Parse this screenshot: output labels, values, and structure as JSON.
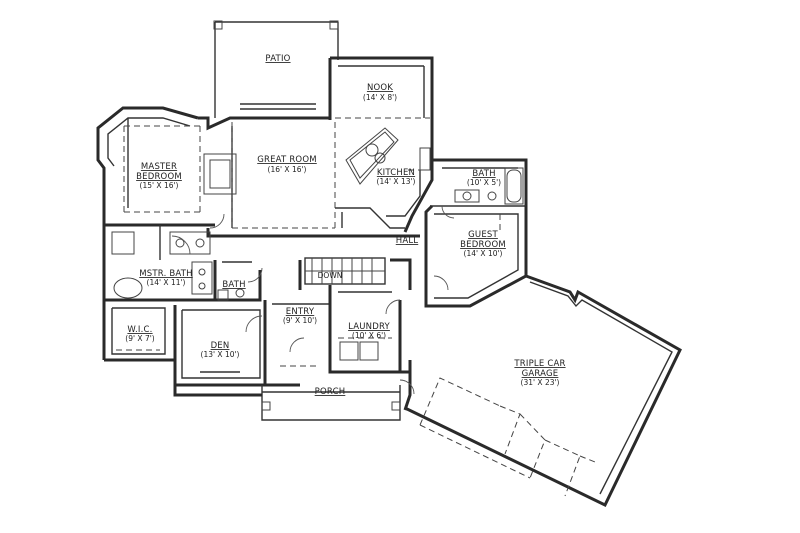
{
  "rooms": {
    "patio": {
      "name": "PATIO"
    },
    "nook": {
      "name": "NOOK",
      "size": "(14' X 8')"
    },
    "master": {
      "line1": "MASTER",
      "line2": "BEDROOM",
      "size": "(15' X 16')"
    },
    "great": {
      "name": "GREAT ROOM",
      "size": "(16' X 16')"
    },
    "kitchen": {
      "name": "KITCHEN",
      "size": "(14' X 13')"
    },
    "bath_small": {
      "name": "BATH",
      "size": "(10' X 5')"
    },
    "guest": {
      "line1": "GUEST",
      "line2": "BEDROOM",
      "size": "(14' X 10')"
    },
    "hall": {
      "name": "HALL"
    },
    "mstr_bath": {
      "name": "MSTR. BATH",
      "size": "(14' X 11')"
    },
    "bath_center": {
      "name": "BATH"
    },
    "wic": {
      "name": "W.I.C.",
      "size": "(9' X 7')"
    },
    "entry": {
      "name": "ENTRY",
      "size": "(9' X 10')"
    },
    "laundry": {
      "name": "LAUNDRY",
      "size": "(10' X 6')"
    },
    "den": {
      "name": "DEN",
      "size": "(13' X 10')"
    },
    "porch": {
      "name": "PORCH"
    },
    "garage": {
      "line1": "TRIPLE CAR",
      "line2": "GARAGE",
      "size": "(31' X 23')"
    },
    "stairs": {
      "name": "DOWN"
    }
  }
}
